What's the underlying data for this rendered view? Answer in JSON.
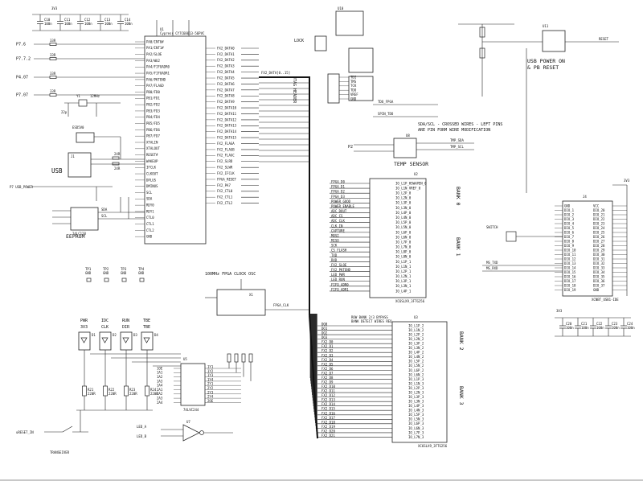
{
  "top_caps": {
    "rail": "3V3",
    "caps": [
      {
        "ref": "C10",
        "value": "100n"
      },
      {
        "ref": "C11",
        "value": "100n"
      },
      {
        "ref": "C12",
        "value": "100n"
      },
      {
        "ref": "C13",
        "value": "100n"
      },
      {
        "ref": "C14",
        "value": "100n"
      }
    ]
  },
  "left_ports": [
    {
      "label": "P7.6",
      "res": "33R"
    },
    {
      "label": "P7.7.2",
      "res": "33R"
    },
    {
      "label": "P4.07",
      "res": "33R"
    },
    {
      "label": "P7.07",
      "res": "33R"
    }
  ],
  "crystal": {
    "ref": "Y1",
    "freq": "12MHz",
    "cap": "22p"
  },
  "mcu": {
    "ref": "U1",
    "part": "Cypress CY7C68013-56PVC",
    "bus_label": "FX2_DATA[0..15]",
    "left_pins": [
      "PA0/INT0#",
      "PA1/INT1#",
      "PA2/SLOE",
      "PA3/WU2",
      "PA4/FIFOADR0",
      "PA5/FIFOADR1",
      "PA6/PKTEND",
      "PA7/FLAGD",
      "PB0/FD0",
      "PB1/FD1",
      "PB2/FD2",
      "PB3/FD3",
      "PB4/FD4",
      "PB5/FD5",
      "PB6/FD6",
      "PB7/FD7",
      "XTALIN",
      "XTALOUT",
      "RESET#",
      "WAKEUP",
      "IFCLK",
      "CLKOUT",
      "DPLUS",
      "DMINUS",
      "SCL",
      "SDA",
      "RDY0",
      "RDY1",
      "CTL0",
      "CTL1",
      "CTL2",
      "GND"
    ],
    "right_pins": [
      "FX2_DATA0",
      "FX2_DATA1",
      "FX2_DATA2",
      "FX2_DATA3",
      "FX2_DATA4",
      "FX2_DATA5",
      "FX2_DATA6",
      "FX2_DATA7",
      "FX2_DATA8",
      "FX2_DATA9",
      "FX2_DATA10",
      "FX2_DATA11",
      "FX2_DATA12",
      "FX2_DATA13",
      "FX2_DATA14",
      "FX2_DATA15",
      "FX2_FLAGA",
      "FX2_FLAGB",
      "FX2_FLAGC",
      "FX2_SLRD",
      "FX2_SLWR",
      "FX2_IFCLK",
      "FPGA_RESET",
      "FX2_PA7",
      "FX2_CTL0",
      "FX2_CTL1",
      "FX2_CTL2"
    ]
  },
  "usb": {
    "ref": "J1",
    "label": "USB",
    "esd": "ESD5V0",
    "res_a": "24R",
    "res_b": "24R",
    "power_net": "P7 USB_POWER"
  },
  "eeprom": {
    "label": "EEPROM",
    "part": "24LC128",
    "sda": "SDA",
    "scl": "SCL"
  },
  "clock": {
    "title": "100MHz FPGA CLOCK OSC",
    "ref": "X1",
    "net": "FPGA_CLK"
  },
  "test_points": [
    {
      "ref": "TP1",
      "net": "GND"
    },
    {
      "ref": "TP2",
      "net": "GND"
    },
    {
      "ref": "TP3",
      "net": "GND"
    },
    {
      "ref": "TP4",
      "net": "GND"
    }
  ],
  "leds": [
    {
      "name": "PWR",
      "net": "3V3",
      "ref": "D1",
      "res": "R21",
      "value": "220R"
    },
    {
      "name": "IDC",
      "net": "CLK",
      "ref": "D2",
      "res": "R22",
      "value": "220R"
    },
    {
      "name": "RUN",
      "net": "DIR",
      "ref": "D3",
      "res": "R23",
      "value": "220R"
    },
    {
      "name": "TBE",
      "net": "TBE",
      "ref": "D4",
      "res": "R24",
      "value": "220R"
    }
  ],
  "switch": {
    "net": "uRESET_IN",
    "ref": "TRANSEIVER"
  },
  "buffer": {
    "ref": "U5",
    "part": "74LVC244",
    "pins_left": [
      "1OE",
      "1A1",
      "1A2",
      "1A3",
      "1A4",
      "2A1",
      "2A2",
      "2A3",
      "2A4"
    ],
    "pins_right": [
      "1Y1",
      "1Y2",
      "1Y3",
      "1Y4",
      "2Y1",
      "2Y2",
      "2Y3",
      "2Y4",
      "2OE"
    ]
  },
  "gate": {
    "ref": "U7",
    "in_a": "LED_A",
    "in_b": "LED_B"
  },
  "jtag": {
    "ref": "U10",
    "lock": "LOCK",
    "header": "JTAG HEADER",
    "net_a": "TDO_FPGA",
    "net_b": "SPIN_TDO",
    "pins": [
      "TDI",
      "TMS",
      "TCK",
      "TDO",
      "VREF",
      "GND"
    ]
  },
  "temp": {
    "note1": "SDA/SCL - CROSSED WIRES - LEFT PINS",
    "note2": "ARE PIN FORM WIRE MODIFICATION",
    "ref": "U8",
    "label": "TEMP SENSOR",
    "net_a": "TMP_SDA",
    "net_b": "TMP_SCL",
    "port": "P2"
  },
  "por": {
    "ref": "U11",
    "title1": "USB POWER ON",
    "title2": "& PB RESET",
    "net": "RESET"
  },
  "bank_a": {
    "ref": "U2",
    "part": "XC6SLX9_3FTG256",
    "side1": "BANK 0",
    "side2": "BANK 1",
    "left_nets": [
      "FPGA_D0",
      "FPGA_D1",
      "FPGA_D2",
      "FPGA_D3",
      "POWER_GOOD",
      "POWER_ENABLE",
      "ADC_DOUT",
      "ADC_CS",
      "ADC_CLK",
      "CLK_IN",
      "CAPTURE",
      "MOSI",
      "MISO",
      "SCK",
      "CS_FLASH",
      "TXD",
      "RXD",
      "FX2_SLOE",
      "FX2_PKTEND",
      "LED_PWR",
      "LED_RUN",
      "FIFO_ADR0",
      "FIFO_ADR1"
    ],
    "right_nets": [
      "IO_L1P_HSWAPEN_0",
      "IO_L1N_VREF_0",
      "IO_L2P_0",
      "IO_L2N_0",
      "IO_L3P_0",
      "IO_L3N_0",
      "IO_L4P_0",
      "IO_L4N_0",
      "IO_L5P_0",
      "IO_L5N_0",
      "IO_L6P_0",
      "IO_L6N_0",
      "IO_L7P_0",
      "IO_L7N_0",
      "IO_L8P_0",
      "IO_L8N_0",
      "IO_L1P_1",
      "IO_L1N_1",
      "IO_L2P_1",
      "IO_L2N_1",
      "IO_L3P_1",
      "IO_L3N_1",
      "IO_L4P_1"
    ]
  },
  "bank_b": {
    "ref": "U3",
    "part": "XC6SLX9_3FTG256",
    "side1": "BANK 2",
    "side2": "BANK 3",
    "note1": "ROW BANK 2/3 BYPASS",
    "note2": "BANK DETECT WIRES REQ",
    "left_nets": [
      "DQ0",
      "DQ1",
      "DQ2",
      "DQ3",
      "FX2_D0",
      "FX2_D1",
      "FX2_D2",
      "FX2_D3",
      "FX2_D4",
      "FX2_D5",
      "FX2_D6",
      "FX2_D7",
      "FX2_D8",
      "FX2_D9",
      "FX2_D10",
      "FX2_D11",
      "FX2_D12",
      "FX2_D13",
      "FX2_D14",
      "FX2_D15",
      "FX2_D16",
      "FX2_D17",
      "FX2_D18",
      "FX2_D19",
      "FX2_D20",
      "FX2_D21"
    ],
    "right_nets": [
      "IO_L1P_2",
      "IO_L1N_2",
      "IO_L2P_2",
      "IO_L2N_2",
      "IO_L3P_2",
      "IO_L3N_2",
      "IO_L4P_2",
      "IO_L4N_2",
      "IO_L5P_2",
      "IO_L5N_2",
      "IO_L6P_2",
      "IO_L6N_2",
      "IO_L1P_3",
      "IO_L1N_3",
      "IO_L2P_3",
      "IO_L2N_3",
      "IO_L3P_3",
      "IO_L3N_3",
      "IO_L4P_3",
      "IO_L4N_3",
      "IO_L5P_3",
      "IO_L5N_3",
      "IO_L6P_3",
      "IO_L6N_3",
      "IO_L7P_3",
      "IO_L7N_3"
    ]
  },
  "rconn": {
    "ref": "J4",
    "part": "XCNBT_USB1-IDE",
    "rail": "3V3",
    "sw": "SWITCH",
    "net_a": "MS_TXD",
    "net_b": "MS_RXD",
    "left_pins": [
      "GND",
      "DIO_1",
      "DIO_2",
      "DIO_3",
      "DIO_4",
      "DIO_5",
      "DIO_6",
      "DIO_7",
      "DIO_8",
      "DIO_9",
      "DIO_10",
      "DIO_11",
      "DIO_12",
      "DIO_13",
      "DIO_14",
      "DIO_15",
      "DIO_16",
      "DIO_17",
      "DIO_18",
      "DIO_19"
    ],
    "right_pins": [
      "VCC",
      "DIO_20",
      "DIO_21",
      "DIO_22",
      "DIO_23",
      "DIO_24",
      "DIO_25",
      "DIO_26",
      "DIO_27",
      "DIO_28",
      "DIO_29",
      "DIO_30",
      "DIO_31",
      "DIO_32",
      "DIO_33",
      "DIO_34",
      "DIO_35",
      "DIO_36",
      "DIO_37",
      "GND"
    ]
  },
  "br_caps": {
    "rail": "3V3",
    "caps": [
      {
        "ref": "C20",
        "value": "100n"
      },
      {
        "ref": "C21",
        "value": "100n"
      },
      {
        "ref": "C22",
        "value": "100n"
      },
      {
        "ref": "C23",
        "value": "100n"
      },
      {
        "ref": "C24",
        "value": "100n"
      }
    ]
  }
}
